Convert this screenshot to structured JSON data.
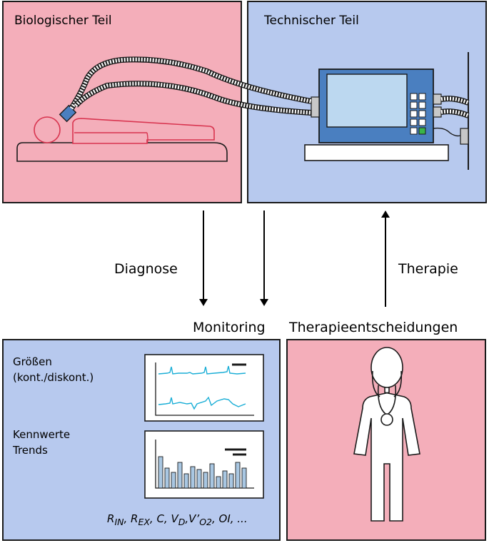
{
  "colors": {
    "pink_panel": "#f4aeba",
    "blue_panel": "#b7c9ee",
    "border": "#1a1a1a",
    "patient_line": "#d8344f",
    "device_body": "#4a7fc0",
    "device_screen": "#bcd8f0",
    "led_green": "#3ab54a",
    "signal_cyan": "#1aaed6",
    "bar_fill": "#a9c7e2"
  },
  "panels": {
    "biological": {
      "title": "Biologischer Teil"
    },
    "technical": {
      "title": "Technischer Teil"
    },
    "monitoring": {
      "label_continuous": [
        "Größen",
        "(kont./diskont.)"
      ],
      "label_trends": [
        "Kennwerte",
        "Trends"
      ],
      "parameters": "R<sub>IN</sub>, R<sub>EX</sub>, C, V<sub>D</sub>,V’<sub>O2</sub>, OI, ..."
    },
    "clinician": {}
  },
  "flow": {
    "diagnose": "Diagnose",
    "therapie": "Therapie",
    "monitoring": "Monitoring",
    "therapy_decisions": "Therapieentscheidungen"
  },
  "icons": {
    "patient": "patient-in-bed-icon",
    "ventilator": "ventilator-device-icon",
    "clinician": "doctor-with-stethoscope-icon"
  }
}
